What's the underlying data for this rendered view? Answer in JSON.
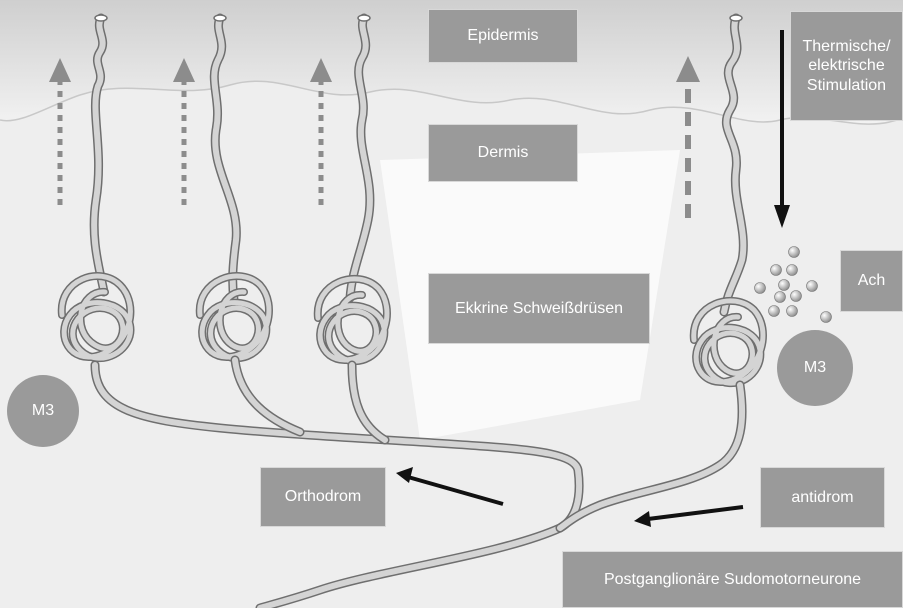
{
  "labels": {
    "epidermis": "Epidermis",
    "dermis": "Dermis",
    "glands": "Ekkrine Schweißdrüsen",
    "stimulation": "Thermische/ elektrische Stimulation",
    "ach": "Ach",
    "m3_left": "M3",
    "m3_right": "M3",
    "orthodrom": "Orthodrom",
    "antidrom": "antidrom",
    "neurons": "Postganglionäre Sudomotorneurone"
  },
  "colors": {
    "label_fill": "#9a9a9a",
    "epidermis_band": "#e9e9e9",
    "dermis": "#f0f0f0",
    "tube_fill": "#cfcfcf",
    "tube_edge": "#6f6f6f",
    "arrow_dark": "#111111",
    "arrow_gray": "#8c8c8c"
  }
}
